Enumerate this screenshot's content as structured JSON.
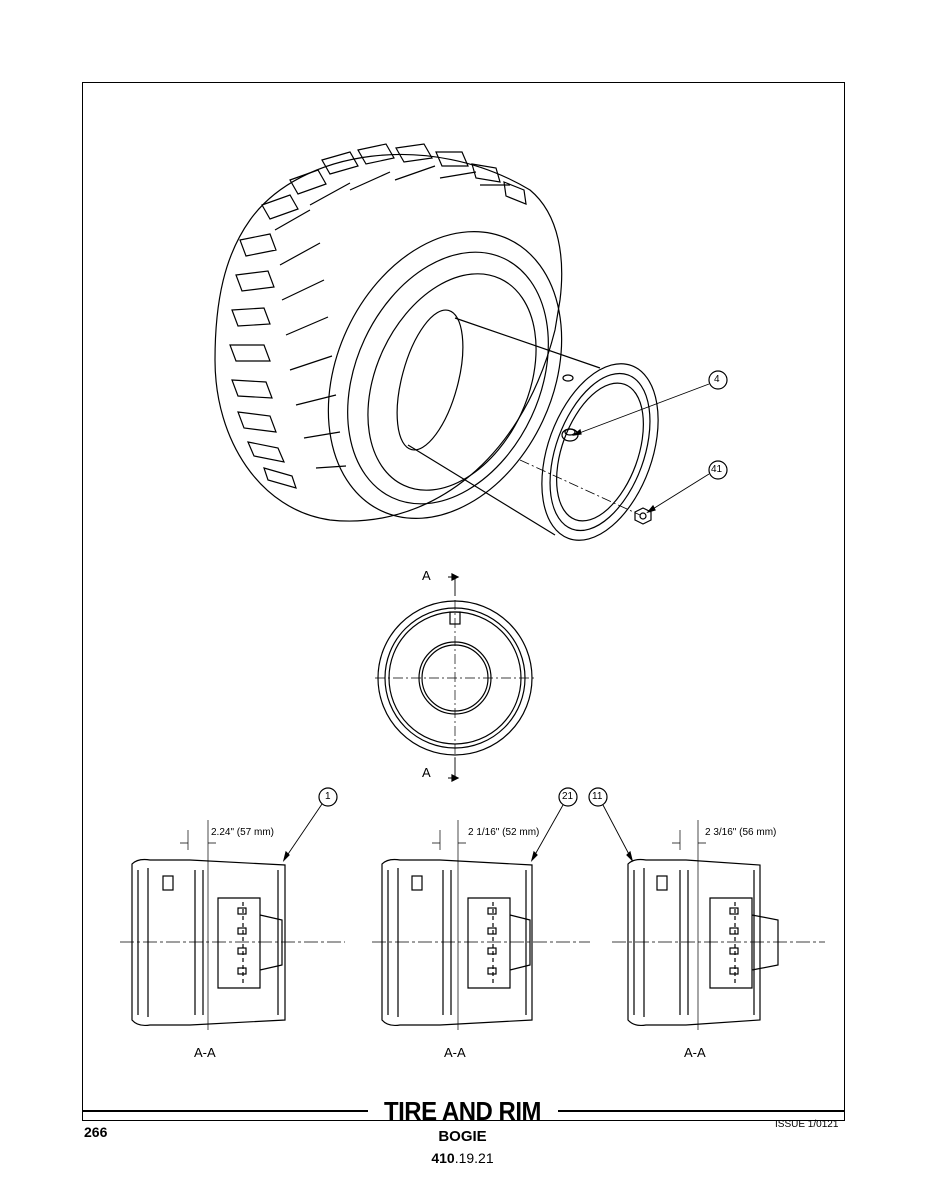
{
  "header": {
    "page_number": "266",
    "issue": "ISSUE 1/0121"
  },
  "title_block": {
    "title": "TIRE AND RIM",
    "subtitle": "BOGIE",
    "code_bold": "410",
    "code_rest": ".19.21"
  },
  "callouts": {
    "iso_valve": "4",
    "iso_nut": "41",
    "rim_1": "1",
    "rim_21": "21",
    "rim_11": "11"
  },
  "section_markers": {
    "top": "A",
    "bottom": "A"
  },
  "sections": [
    {
      "dimension": "2.24\" (57 mm)",
      "label": "A-A"
    },
    {
      "dimension": "2 1/16\" (52 mm)",
      "label": "A-A"
    },
    {
      "dimension": "2 3/16\" (56 mm)",
      "label": "A-A"
    }
  ]
}
